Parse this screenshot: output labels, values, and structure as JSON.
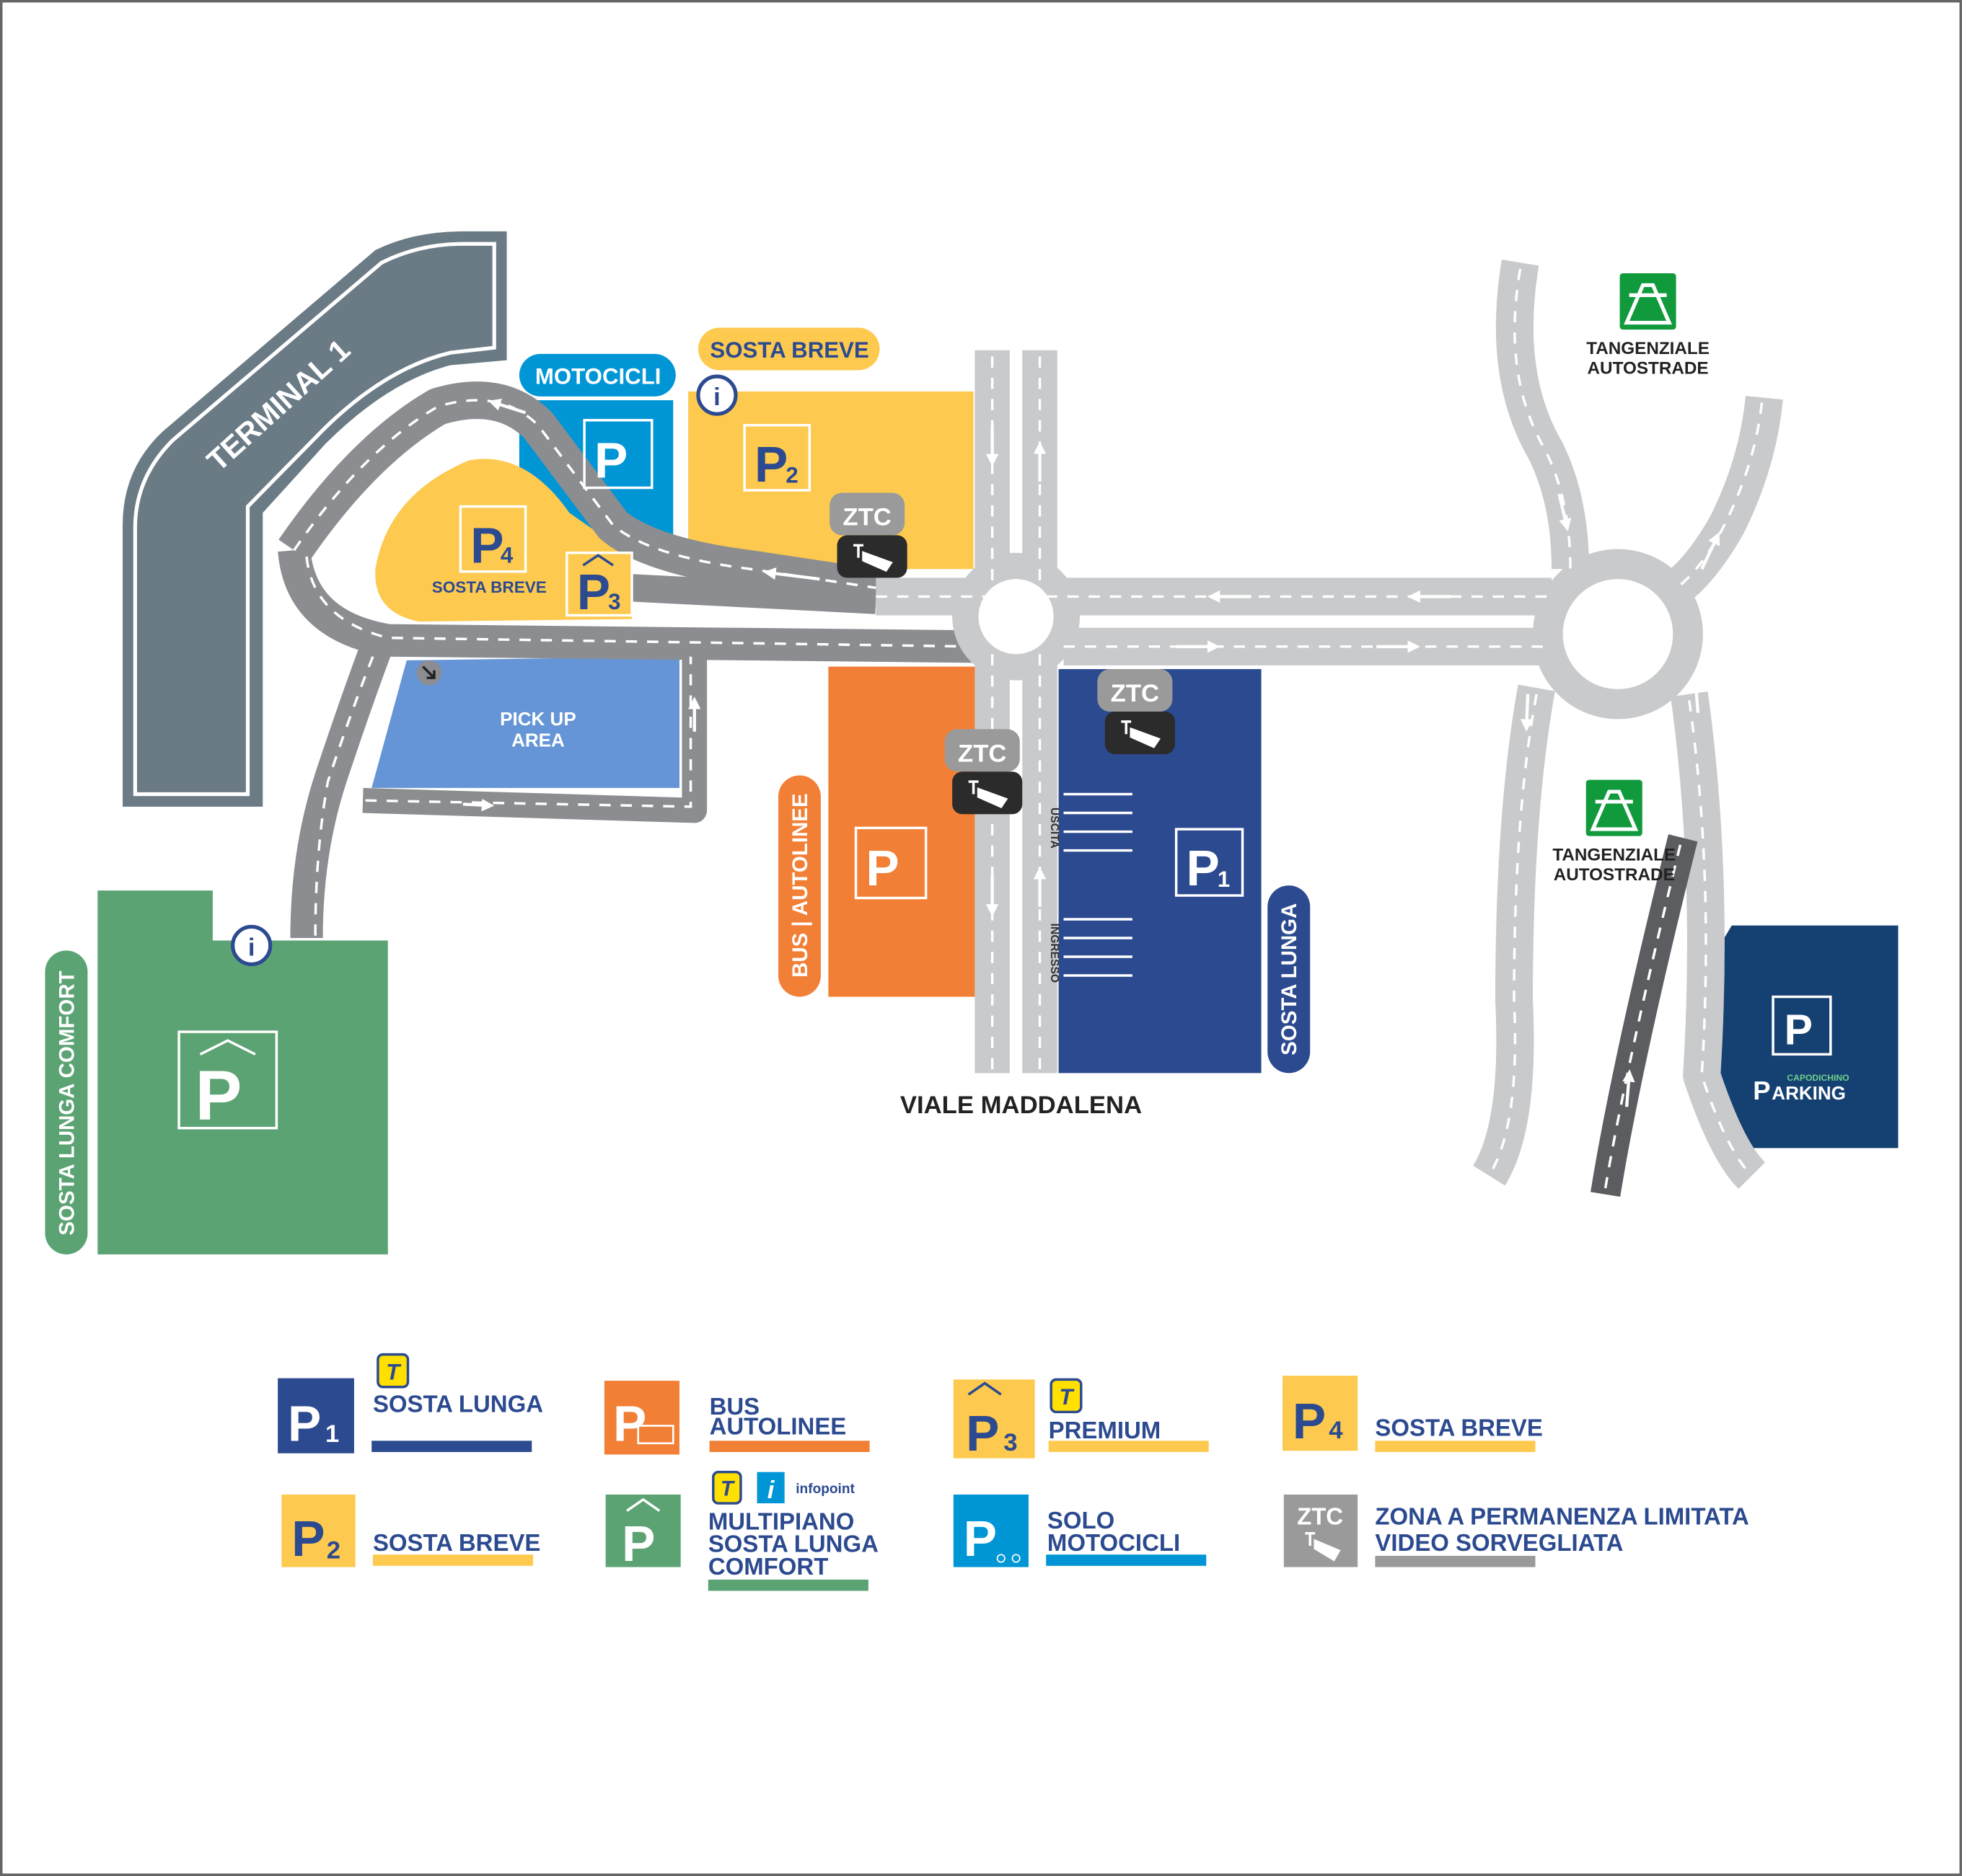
{
  "map": {
    "terminal": "TERMINAL 1",
    "motocicli_pill": "MOTOCICLI",
    "sosta_breve_pill": "SOSTA BREVE",
    "p4_label": "SOSTA BREVE",
    "pickup_line1": "PICK UP",
    "pickup_line2": "AREA",
    "bus_pill": "BUS | AUTOLINEE",
    "sosta_lunga_pill": "SOSTA LUNGA",
    "comfort_pill": "SOSTA LUNGA COMFORT",
    "street": "VIALE MADDALENA",
    "uscita": "USCITA",
    "ingresso": "INGRESSO",
    "ztc": "ZTC",
    "highway_line1": "TANGENZIALE",
    "highway_line2": "AUTOSTRADE",
    "capodichino_small": "CAPODICHINO",
    "capodichino_big_p": "P",
    "capodichino_big": "ARKING",
    "p_letter": "P",
    "n1": "1",
    "n2": "2",
    "n3": "3",
    "n4": "4",
    "info": "i"
  },
  "legend": {
    "p1": "SOSTA LUNGA",
    "bus_1": "BUS",
    "bus_2": "AUTOLINEE",
    "p3": "PREMIUM",
    "p4": "SOSTA BREVE",
    "p2": "SOSTA BREVE",
    "multi_1": "MULTIPIANO",
    "multi_2": "SOSTA LUNGA",
    "multi_3": "COMFORT",
    "infopoint": "infopoint",
    "moto_1": "SOLO",
    "moto_2": "MOTOCICLI",
    "ztc_1": "ZONA A PERMANENZA LIMITATA",
    "ztc_2": "VIDEO SORVEGLIATA",
    "ztc_box": "ZTC",
    "t_badge": "T",
    "i_badge": "i"
  },
  "colors": {
    "p1_blue": "#2c4a8f",
    "bus_orange": "#f27f36",
    "yellow": "#fdc94f",
    "green": "#5ca374",
    "moto_blue": "#0096d6",
    "ztc_gray": "#9a9a9a",
    "capodichino": "#154072"
  }
}
